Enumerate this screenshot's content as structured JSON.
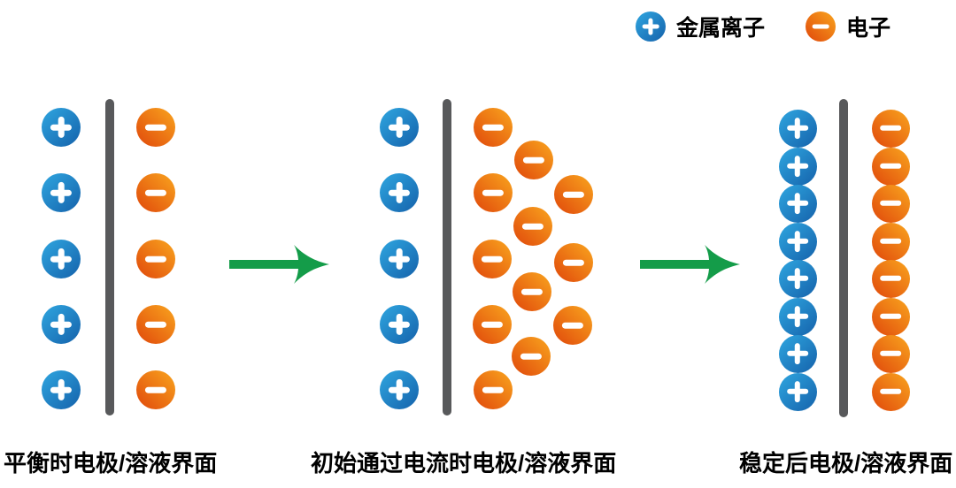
{
  "legend": {
    "items": [
      {
        "id": "metal-ion",
        "label": "金属离子",
        "symbol": "+"
      },
      {
        "id": "electron",
        "label": "电子",
        "symbol": "−"
      }
    ]
  },
  "panels": [
    {
      "id": "equilibrium",
      "caption": "平衡时电极/溶液界面",
      "metal_ions": 5,
      "electrons": 5,
      "electron_arrangement": "single-column"
    },
    {
      "id": "initial-current",
      "caption": "初始通过电流时电极/溶液界面",
      "metal_ions": 5,
      "electrons": 12,
      "electron_arrangement": "scattered-diffuse"
    },
    {
      "id": "stabilized",
      "caption": "稳定后电极/溶液界面",
      "metal_ions": 8,
      "electrons": 8,
      "electron_arrangement": "dense-column"
    }
  ],
  "symbols": {
    "positive": "+",
    "negative": "−"
  },
  "colors": {
    "metal_ion_gradient": [
      "#2fa6e0",
      "#1562ab"
    ],
    "electron_gradient": [
      "#e0480b",
      "#f9a51e"
    ],
    "electrode_bar": "#58595b",
    "arrow_green": "#149c49",
    "caption_text": "#000000"
  }
}
